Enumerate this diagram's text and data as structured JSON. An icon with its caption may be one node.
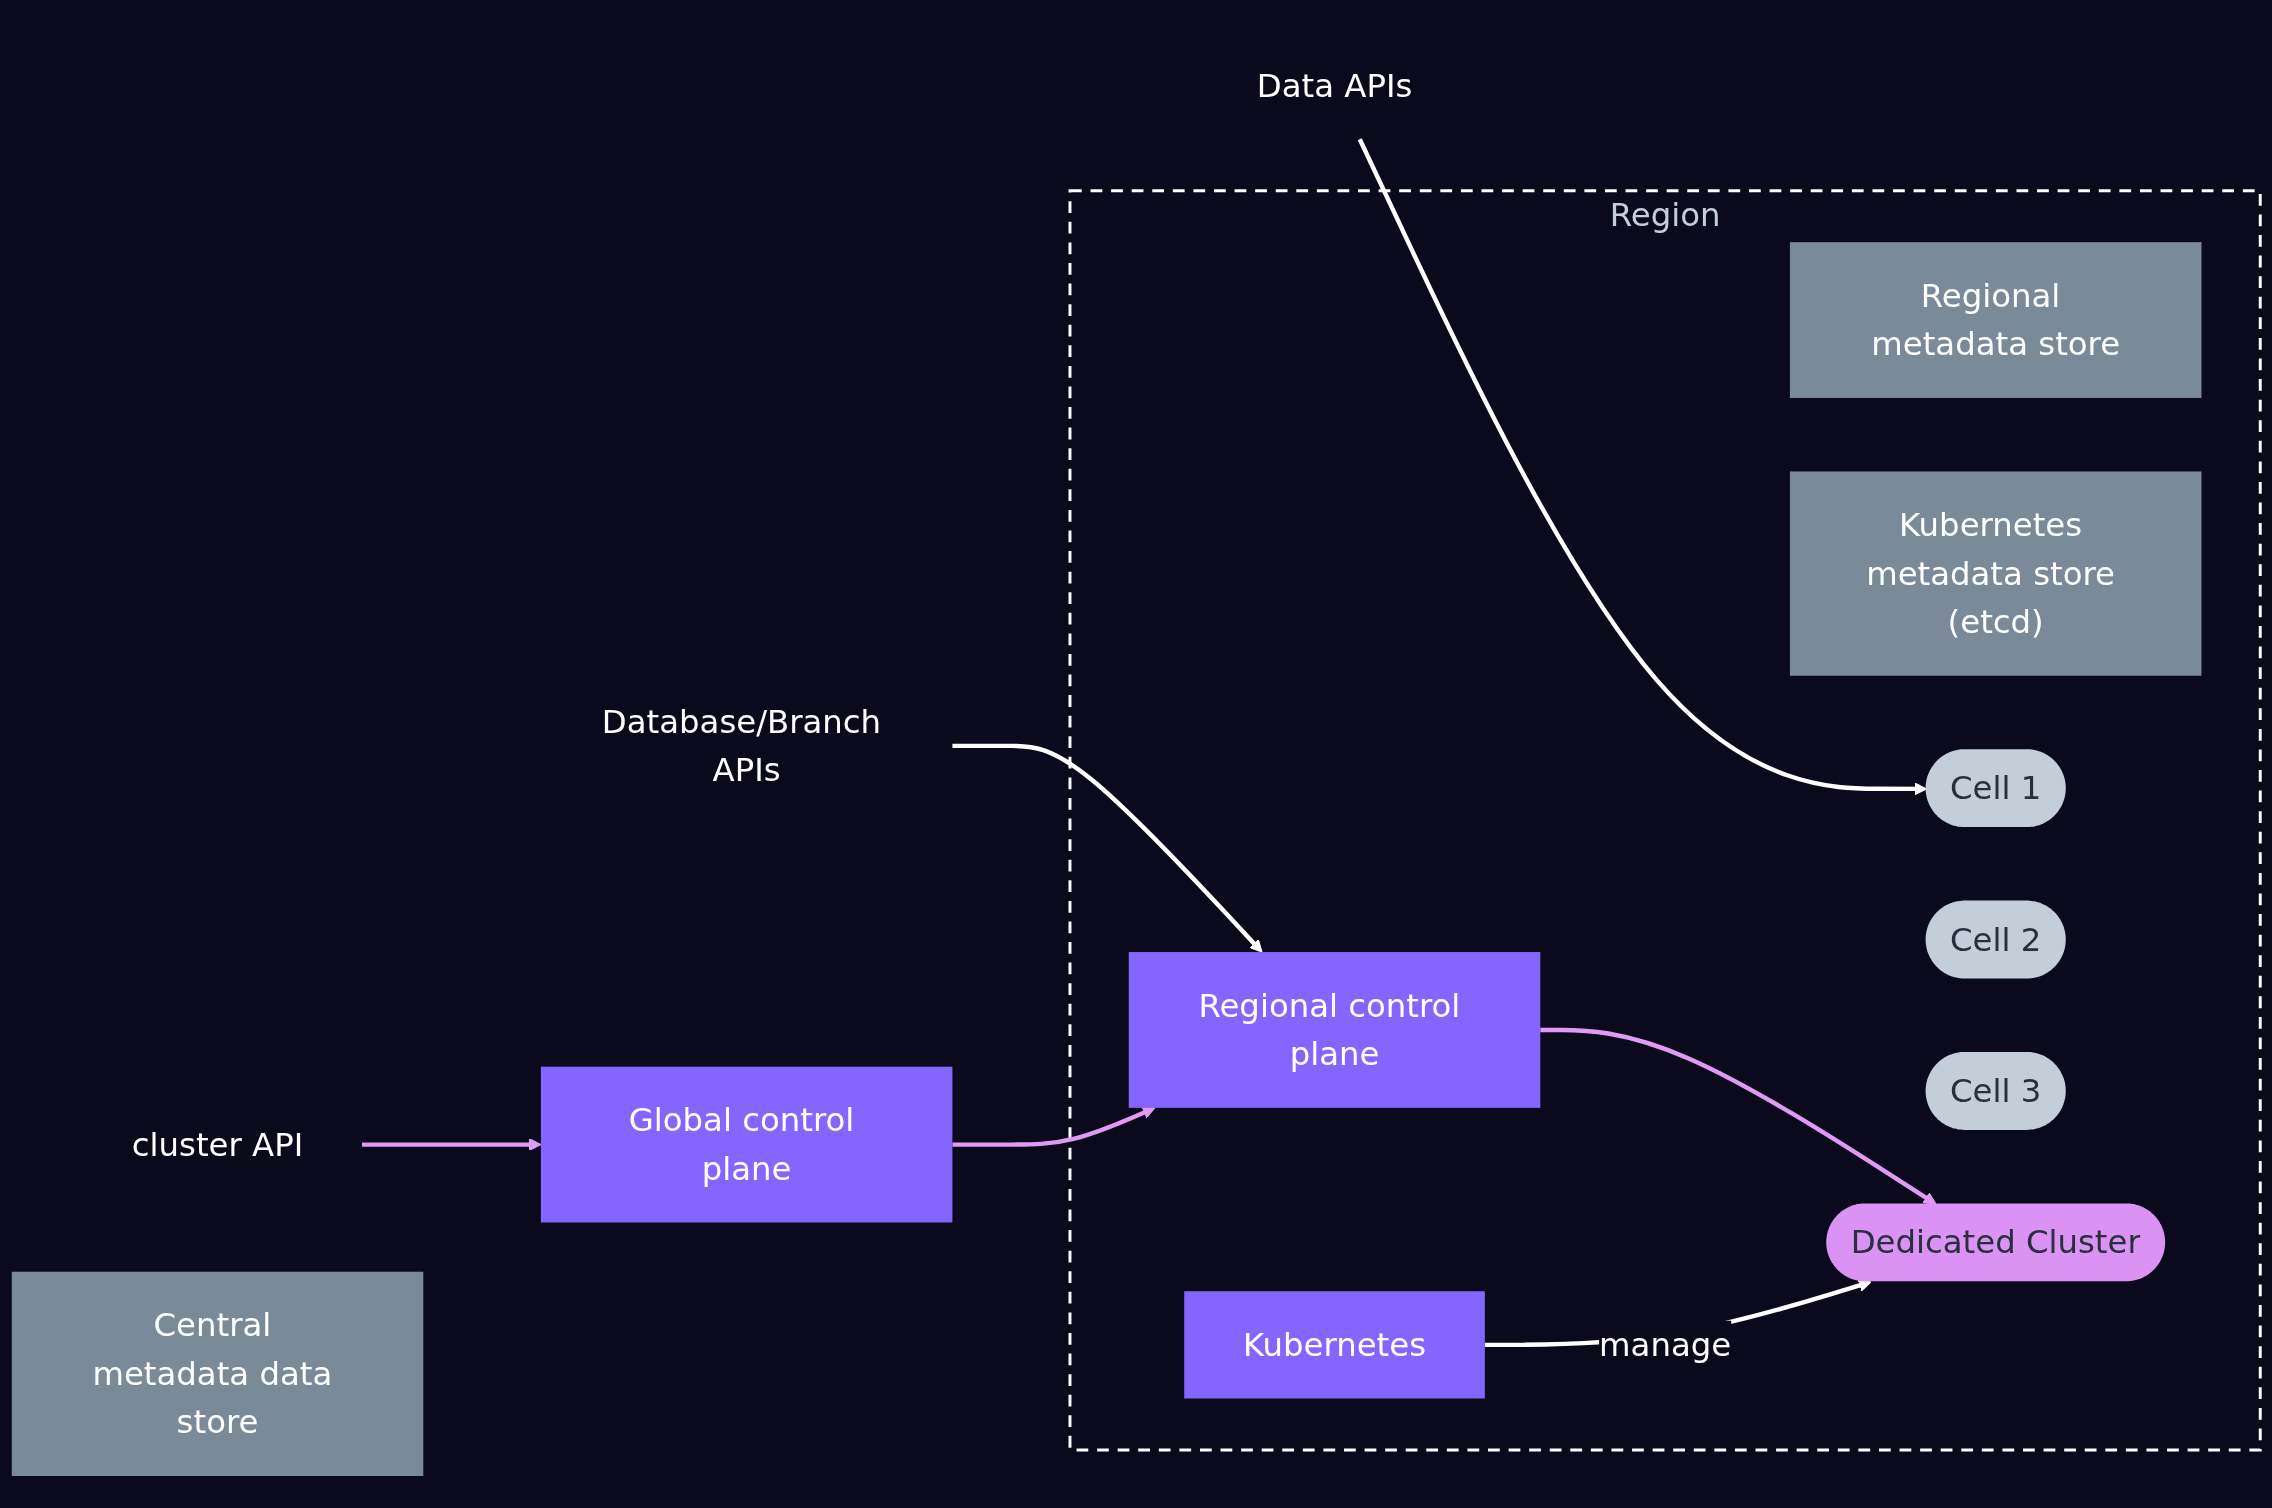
{
  "diagram": {
    "nodes": [
      {
        "text": [
          "Region"
        ]
      },
      {
        "text": [
          "Data APIs"
        ]
      },
      {
        "text": [
          "Database/Branch APIs"
        ]
      },
      {
        "text": [
          "cluster API"
        ]
      },
      {
        "text": [
          "Central metadata data store"
        ]
      },
      {
        "text": [
          "Global control plane"
        ]
      },
      {
        "text": [
          "Regional metadata store"
        ],
        "in": 0
      },
      {
        "text": [
          "Regional control plane"
        ],
        "in": 0
      },
      {
        "text": [
          "Kubernetes metadata store (etcd)"
        ],
        "in": 0
      },
      {
        "text": [
          "Kubernetes"
        ],
        "in": 0
      },
      {
        "text": [
          "Cell 1"
        ],
        "in": 0
      },
      {
        "text": [
          "Cell 2"
        ],
        "in": 0
      },
      {
        "text": [
          "Cell 3"
        ],
        "in": 0
      },
      {
        "text": [
          "Dedicated Cluster"
        ],
        "in": 0
      }
    ],
    "edges": [
      {
        "from": 1,
        "to": 10,
        "arrow": "to"
      },
      {
        "from": 2,
        "to": 7,
        "arrow": "to"
      },
      {
        "from": 5,
        "to": 7,
        "arrow": "to",
        "color": "#e09af5"
      },
      {
        "from": 3,
        "to": 5,
        "arrow": "to",
        "color": "#e09af5"
      },
      {
        "from": 7,
        "to": 13,
        "arrow": "to",
        "color": "#e09af5"
      },
      {
        "from": 9,
        "to": 13,
        "arrow": "to",
        "label": "manage"
      }
    ]
  }
}
